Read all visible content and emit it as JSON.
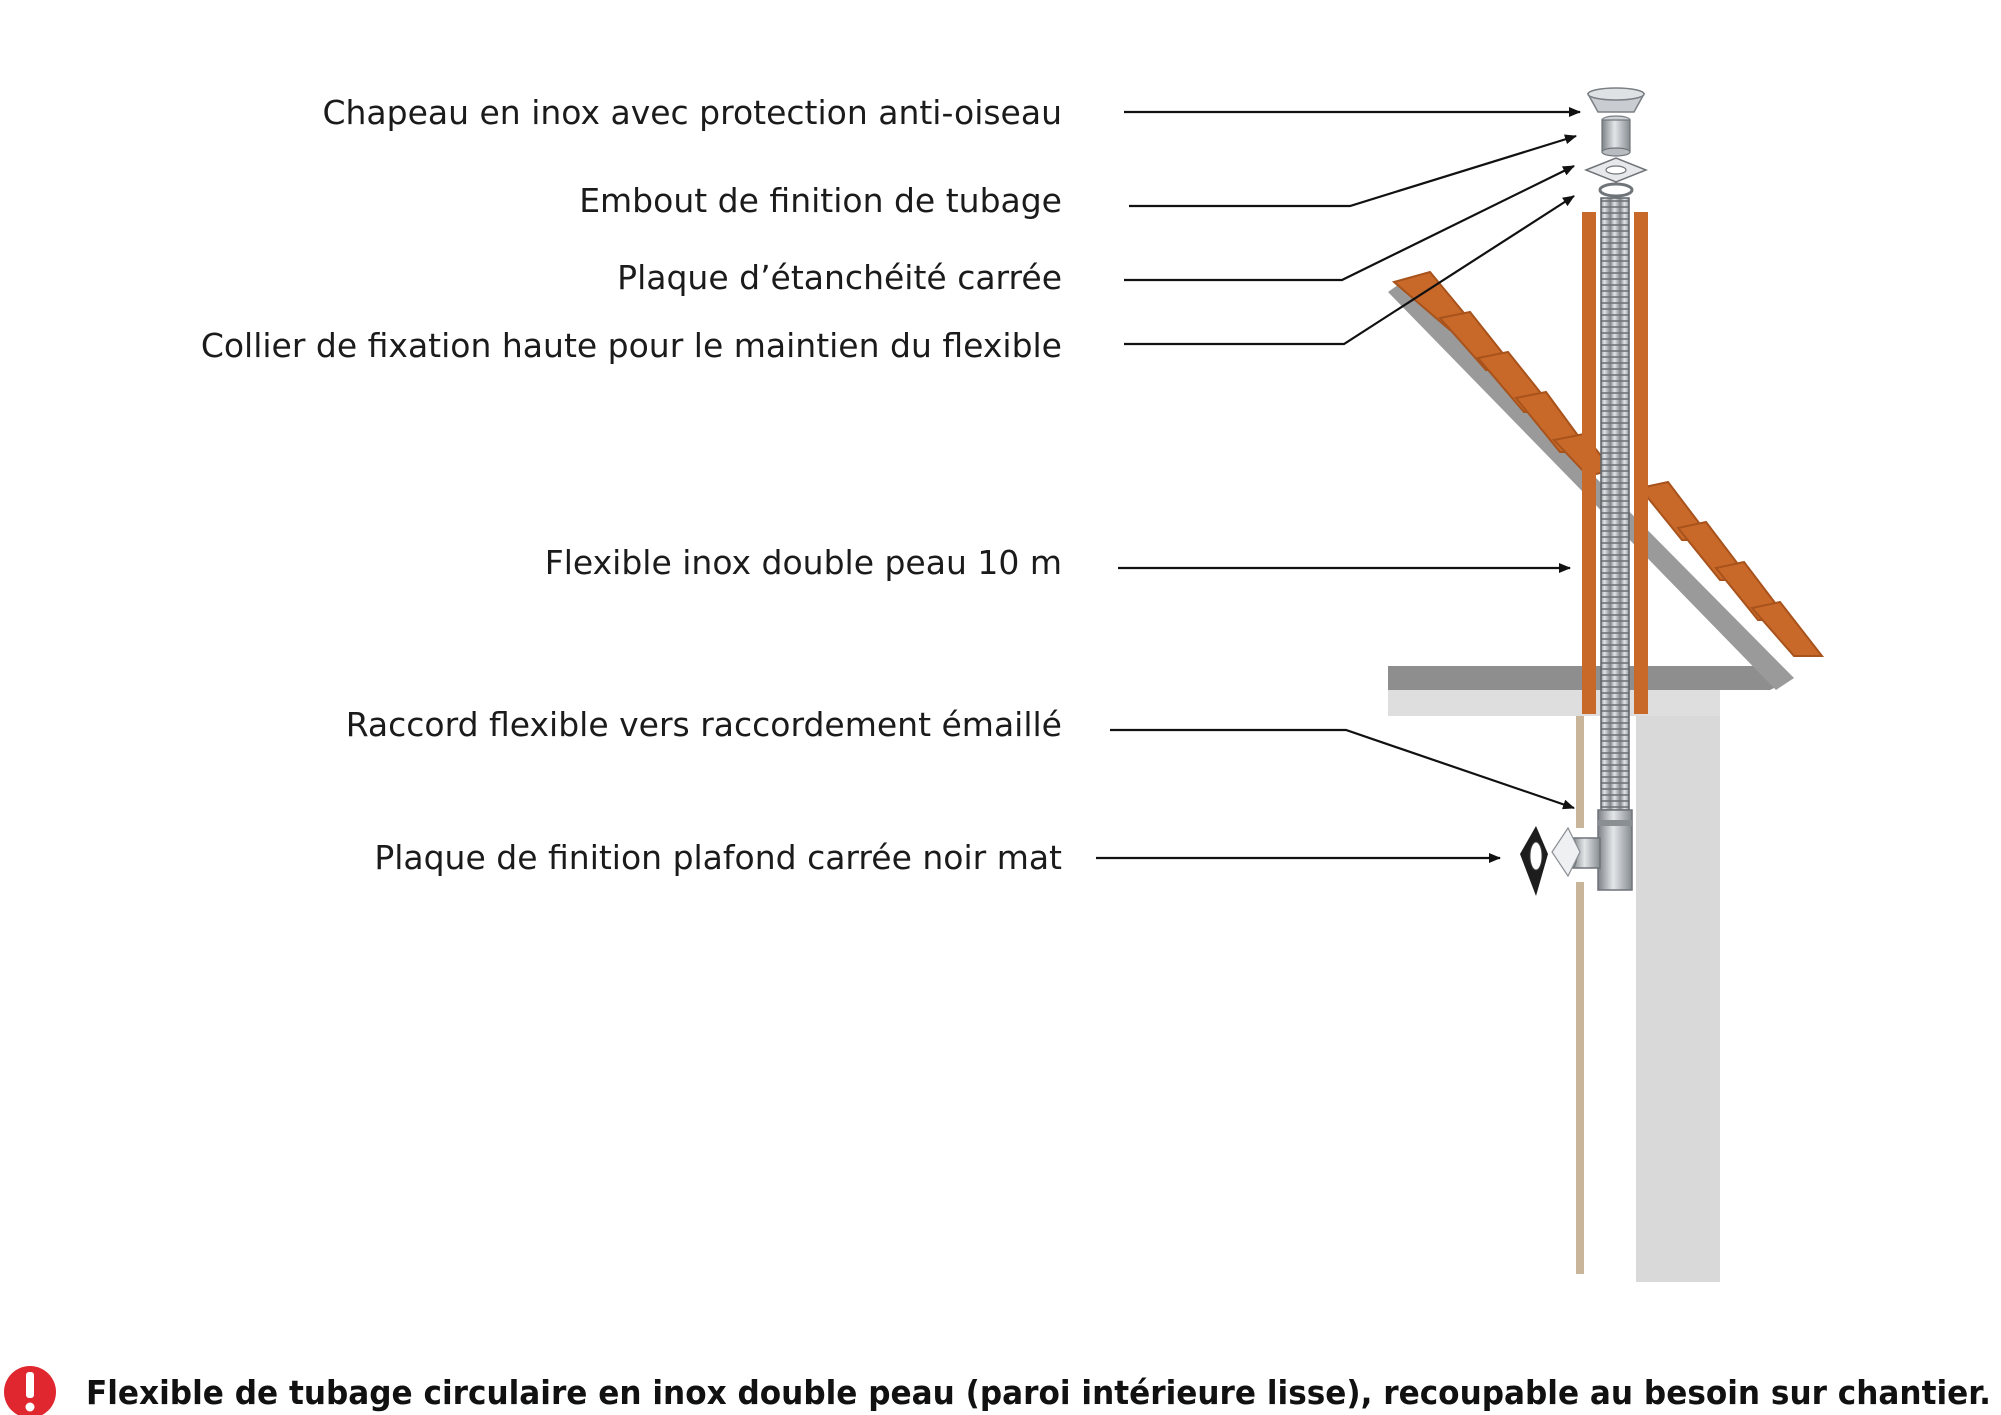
{
  "labels": {
    "chapeau": "Chapeau en inox avec protection anti-oiseau",
    "embout": "Embout de finition de tubage",
    "plaque_etancheite": "Plaque d’étanchéité carrée",
    "collier": "Collier de fixation haute pour le maintien du flexible",
    "flexible": "Flexible inox double peau 10 m",
    "raccord": "Raccord flexible vers raccordement émaillé",
    "plaque_plafond": "Plaque de finition plafond carrée noir mat"
  },
  "note": {
    "icon": "exclamation-icon",
    "text": "Flexible de tubage circulaire en inox double peau (paroi intérieure lisse), recoupable au besoin sur chantier."
  },
  "colors": {
    "roof_tiles": "#c8692a",
    "roof_structure": "#8e8e8e",
    "wall": "#d9d9d9",
    "ceiling": "#c8b59a",
    "steel": "#a9adb2",
    "alert": "#e0262e"
  }
}
